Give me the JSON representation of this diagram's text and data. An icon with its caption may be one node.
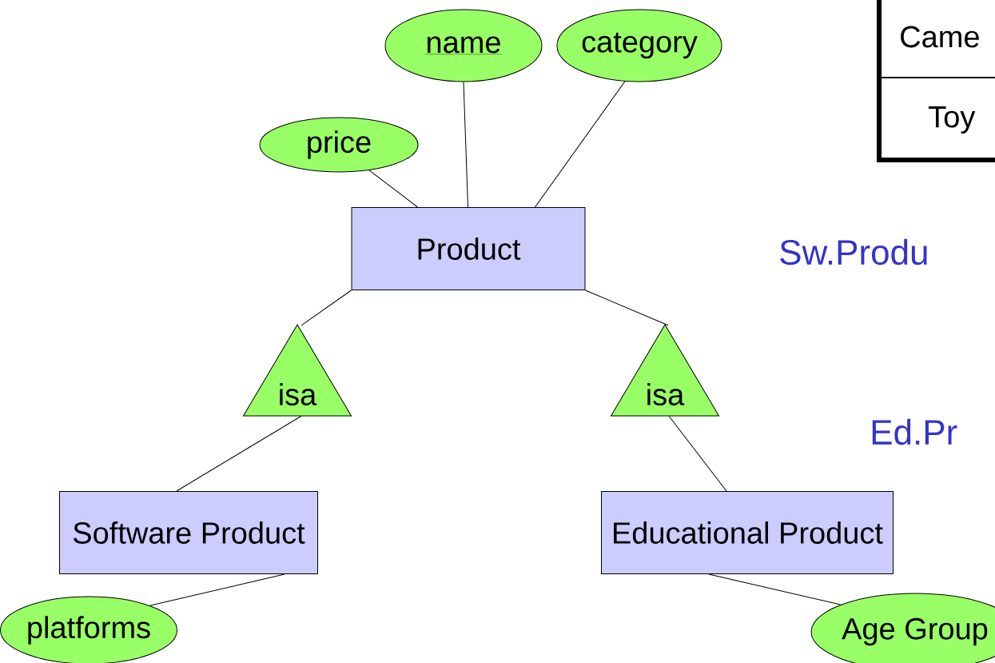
{
  "diagram": {
    "nodes": [
      {
        "text": [
          "name"
        ]
      },
      {
        "text": [
          "category"
        ]
      },
      {
        "text": [
          "price"
        ]
      },
      {
        "text": [
          "Product"
        ]
      },
      {
        "text": [
          "isa"
        ]
      },
      {
        "text": [
          "isa"
        ]
      },
      {
        "text": [
          "Software Product"
        ]
      },
      {
        "text": [
          "Educational Product"
        ]
      },
      {
        "text": [
          "platforms"
        ]
      },
      {
        "text": [
          "Age Group"
        ]
      }
    ],
    "edges": [
      {
        "from": 2,
        "to": 3,
        "arrow": "none"
      },
      {
        "from": 0,
        "to": 3,
        "arrow": "none"
      },
      {
        "from": 1,
        "to": 3,
        "arrow": "none"
      },
      {
        "from": 3,
        "to": 4,
        "arrow": "none"
      },
      {
        "from": 3,
        "to": 5,
        "arrow": "none"
      },
      {
        "from": 4,
        "to": 6,
        "arrow": "none"
      },
      {
        "from": 5,
        "to": 7,
        "arrow": "none"
      },
      {
        "from": 6,
        "to": 8,
        "arrow": "none"
      },
      {
        "from": 7,
        "to": 9,
        "arrow": "none"
      }
    ],
    "labels": [
      "Came",
      "Toy",
      "Sw.Produ",
      "Ed.Pr"
    ]
  }
}
